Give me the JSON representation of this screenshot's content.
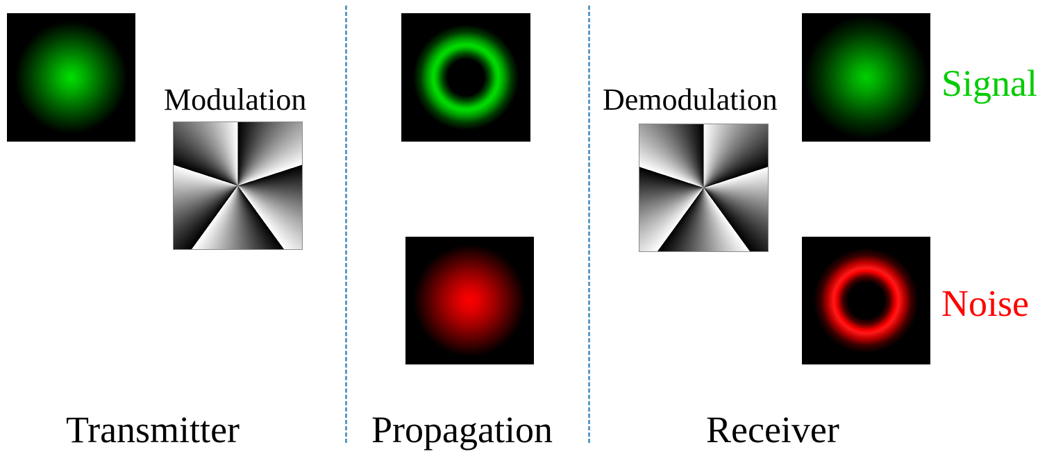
{
  "labels": {
    "modulation": "Modulation",
    "demodulation": "Demodulation",
    "signal": "Signal",
    "noise": "Noise",
    "transmitter": "Transmitter",
    "propagation": "Propagation",
    "receiver": "Receiver"
  },
  "colors": {
    "signal": "#00cc00",
    "noise": "#ff0000",
    "divider": "#5a9ac8"
  }
}
